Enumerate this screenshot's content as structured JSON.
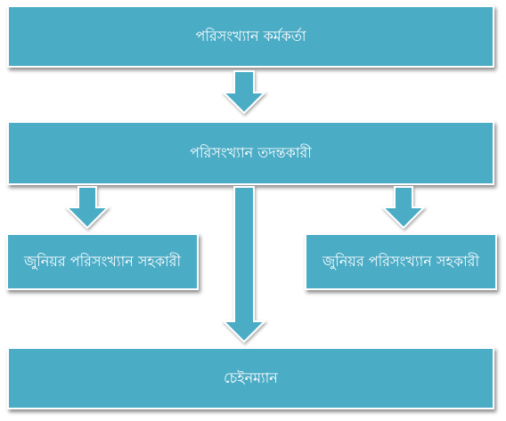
{
  "nodes": {
    "statistics_officer": "পরিসংখ্যান কর্মকর্তা",
    "statistics_investigator": "পরিসংখ্যান তদন্তকারী",
    "junior_assistant_left": "জুনিয়র পরিসংখ্যান সহকারী",
    "junior_assistant_right": "জুনিয়র পরিসংখ্যান সহকারী",
    "chainman": "চেইনম্যান"
  },
  "colors": {
    "box_fill": "#4bacc6",
    "box_border": "#ffffff",
    "arrow_fill": "#4bacc6",
    "arrow_stroke": "#ffffff"
  }
}
